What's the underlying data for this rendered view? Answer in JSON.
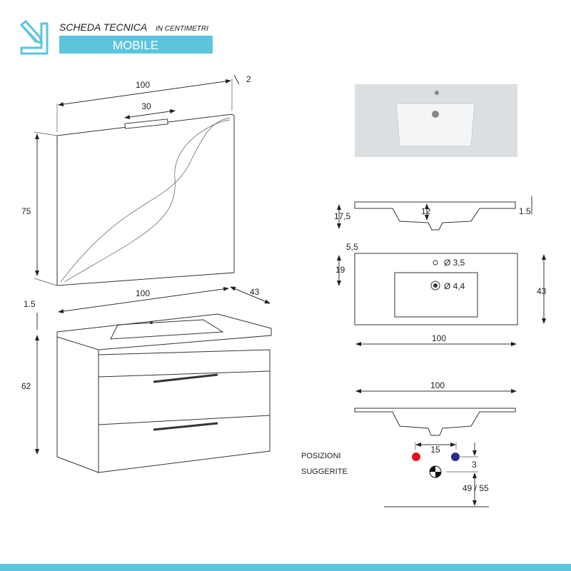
{
  "header": {
    "title": "SCHEDA TECNICA",
    "subtitle": "IN CENTIMETRI",
    "banner": "MOBILE",
    "accent": "#5bc5de",
    "icon": "pencil-ruler-icon"
  },
  "mirror": {
    "width": "100",
    "depth": "2",
    "height": "75",
    "lamp_width": "30"
  },
  "cabinet": {
    "width": "100",
    "depth": "43",
    "top_thickness": "1.5",
    "height": "62"
  },
  "basin_section": {
    "height": "17,5",
    "bowl_depth": "12",
    "rim": "1.5"
  },
  "basin_top": {
    "hole_offset": "5,5",
    "hole_depth": "19",
    "tap_hole": "Ø 3,5",
    "drain_hole": "Ø 4,4",
    "depth": "43",
    "width": "100"
  },
  "basin_front": {
    "width": "100"
  },
  "connections": {
    "label_line1": "POSIZIONI",
    "label_line2": "SUGGERITE",
    "spacing": "15",
    "offset": "3",
    "drain_height": "49 / 55",
    "hot_color": "#e0141b",
    "cold_color": "#2a2a8c"
  }
}
